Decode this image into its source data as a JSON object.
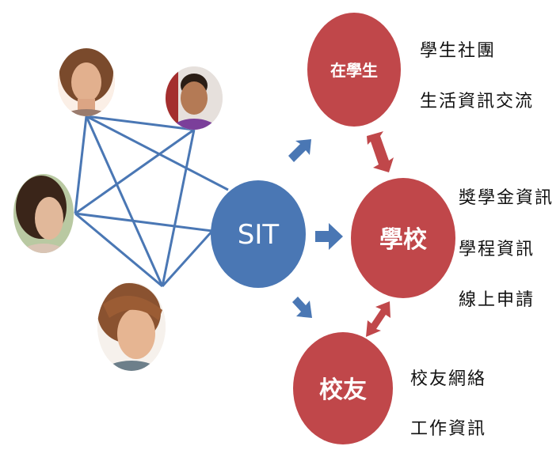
{
  "hub": {
    "label": "SIT",
    "color": "#4a77b4"
  },
  "nodes": {
    "students": {
      "label": "在學生",
      "color": "#c0474a",
      "items": [
        "學生社團",
        "生活資訊交流"
      ]
    },
    "school": {
      "label": "學校",
      "color": "#c0474a",
      "items": [
        "獎學金資訊",
        "學程資訊",
        "線上申請"
      ]
    },
    "alumni": {
      "label": "校友",
      "color": "#c0474a",
      "items": [
        "校友網絡",
        "工作資訊"
      ]
    }
  },
  "colors": {
    "link_line": "#4a77b4",
    "arrow_blue": "#4a77b4",
    "arrow_red": "#c0474a"
  },
  "people": [
    {
      "name": "person-woman-top-icon"
    },
    {
      "name": "person-man-smiling-icon"
    },
    {
      "name": "person-woman-profile-icon"
    },
    {
      "name": "person-young-man-icon"
    }
  ]
}
